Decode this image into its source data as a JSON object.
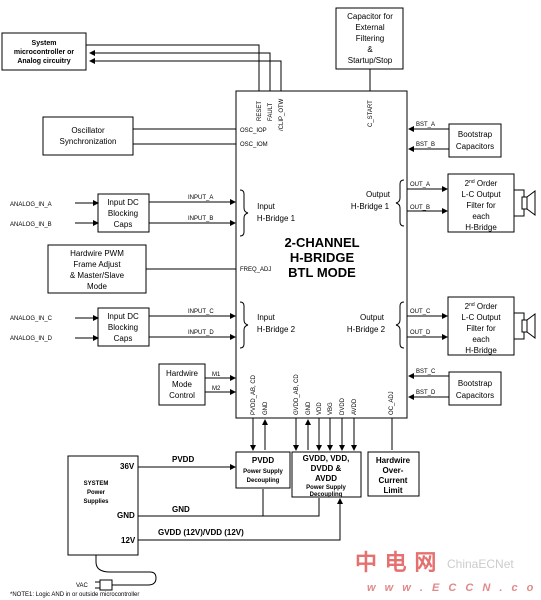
{
  "system_controller": {
    "line1": "System",
    "line2": "microcontroller or",
    "line3": "Analog circuitry"
  },
  "capacitor_box": {
    "line1": "Capacitor for",
    "line2": "External",
    "line3": "Filtering",
    "line4": "&",
    "line5": "Startup/Stop"
  },
  "oscillator": {
    "line1": "Oscillator",
    "line2": "Synchronization"
  },
  "input_dc_1": {
    "line1": "Input DC",
    "line2": "Blocking",
    "line3": "Caps"
  },
  "input_dc_2": {
    "line1": "Input DC",
    "line2": "Blocking",
    "line3": "Caps"
  },
  "pwm_box": {
    "line1": "Hardwire PWM",
    "line2": "Frame Adjust",
    "line3": "& Master/Slave",
    "line4": "Mode"
  },
  "mode_box": {
    "line1": "Hardwire",
    "line2": "Mode",
    "line3": "Control"
  },
  "bootstrap_1": {
    "line1": "Bootstrap",
    "line2": "Capacitors"
  },
  "bootstrap_2": {
    "line1": "Bootstrap",
    "line2": "Capacitors"
  },
  "filter_1": {
    "line1_sup": "nd",
    "line1a": "2",
    "line1b": " Order",
    "line2": "L-C Output",
    "line3": "Filter for",
    "line4": "each",
    "line5": "H-Bridge"
  },
  "filter_2": {
    "line1_sup": "nd",
    "line1a": "2",
    "line1b": " Order",
    "line2": "L-C Output",
    "line3": "Filter for",
    "line4": "each",
    "line5": "H-Bridge"
  },
  "main_chip": {
    "title1": "2-CHANNEL",
    "title2": "H-BRIDGE",
    "title3": "BTL MODE",
    "input_hb1_1": "Input",
    "input_hb1_2": "H-Bridge 1",
    "input_hb2_1": "Input",
    "input_hb2_2": "H-Bridge 2",
    "output_hb1_1": "Output",
    "output_hb1_2": "H-Bridge 1",
    "output_hb2_1": "Output",
    "output_hb2_2": "H-Bridge 2"
  },
  "pins": {
    "reset": "RESET",
    "fault": "FAULT",
    "clip_otw": "/CLIP_OTW",
    "c_start": "C_START",
    "osc_iop": "OSC_IOP",
    "osc_iom": "OSC_IOM",
    "freq_adj": "FREQ_ADJ",
    "bst_a": "BST_A",
    "bst_b": "BST_B",
    "bst_c": "BST_C",
    "bst_d": "BST_D",
    "out_a": "OUT_A",
    "out_b": "OUT_B",
    "out_c": "OUT_C",
    "out_d": "OUT_D",
    "input_a": "INPUT_A",
    "input_b": "INPUT_B",
    "input_c": "INPUT_C",
    "input_d": "INPUT_D",
    "m1": "M1",
    "m2": "M2",
    "pvdd_ab_cd": "PVDD_AB, CD",
    "gnd1": "GND",
    "gvdd_ab_cd": "GVDD_AB, CD",
    "gnd2": "GND",
    "vdd": "VDD",
    "vbg": "VBG",
    "dvdd": "DVDD",
    "avdd": "AVDD",
    "oc_adj": "OC_ADJ"
  },
  "analog_inputs": {
    "a": "ANALOG_IN_A",
    "b": "ANALOG_IN_B",
    "c": "ANALOG_IN_C",
    "d": "ANALOG_IN_D"
  },
  "pvdd_box": {
    "line1": "PVDD",
    "line2": "Power Supply",
    "line3": "Decoupling"
  },
  "gvdd_box": {
    "line1": "GVDD, VDD,",
    "line2": "DVDD &",
    "line3": "AVDD",
    "line4": "Power Supply",
    "line5": "Decoupling"
  },
  "overcurrent_box": {
    "line1": "Hardwire",
    "line2": "Over-",
    "line3": "Current",
    "line4": "Limit"
  },
  "system_power": {
    "line1": "SYSTEM",
    "line2": "Power",
    "line3": "Supplies",
    "v36": "36V",
    "gnd": "GND",
    "v12": "12V"
  },
  "rail_labels": {
    "pvdd": "PVDD",
    "gnd": "GND",
    "gvdd_vdd": "GVDD (12V)/VDD (12V)",
    "vac": "VAC"
  },
  "footnote": "*NOTE1: Logic AND in or outside microcontroller",
  "watermark": {
    "cn": "中 电 网",
    "brand": "ChinaECNet",
    "url": "w w w . E C C N . c o m"
  }
}
